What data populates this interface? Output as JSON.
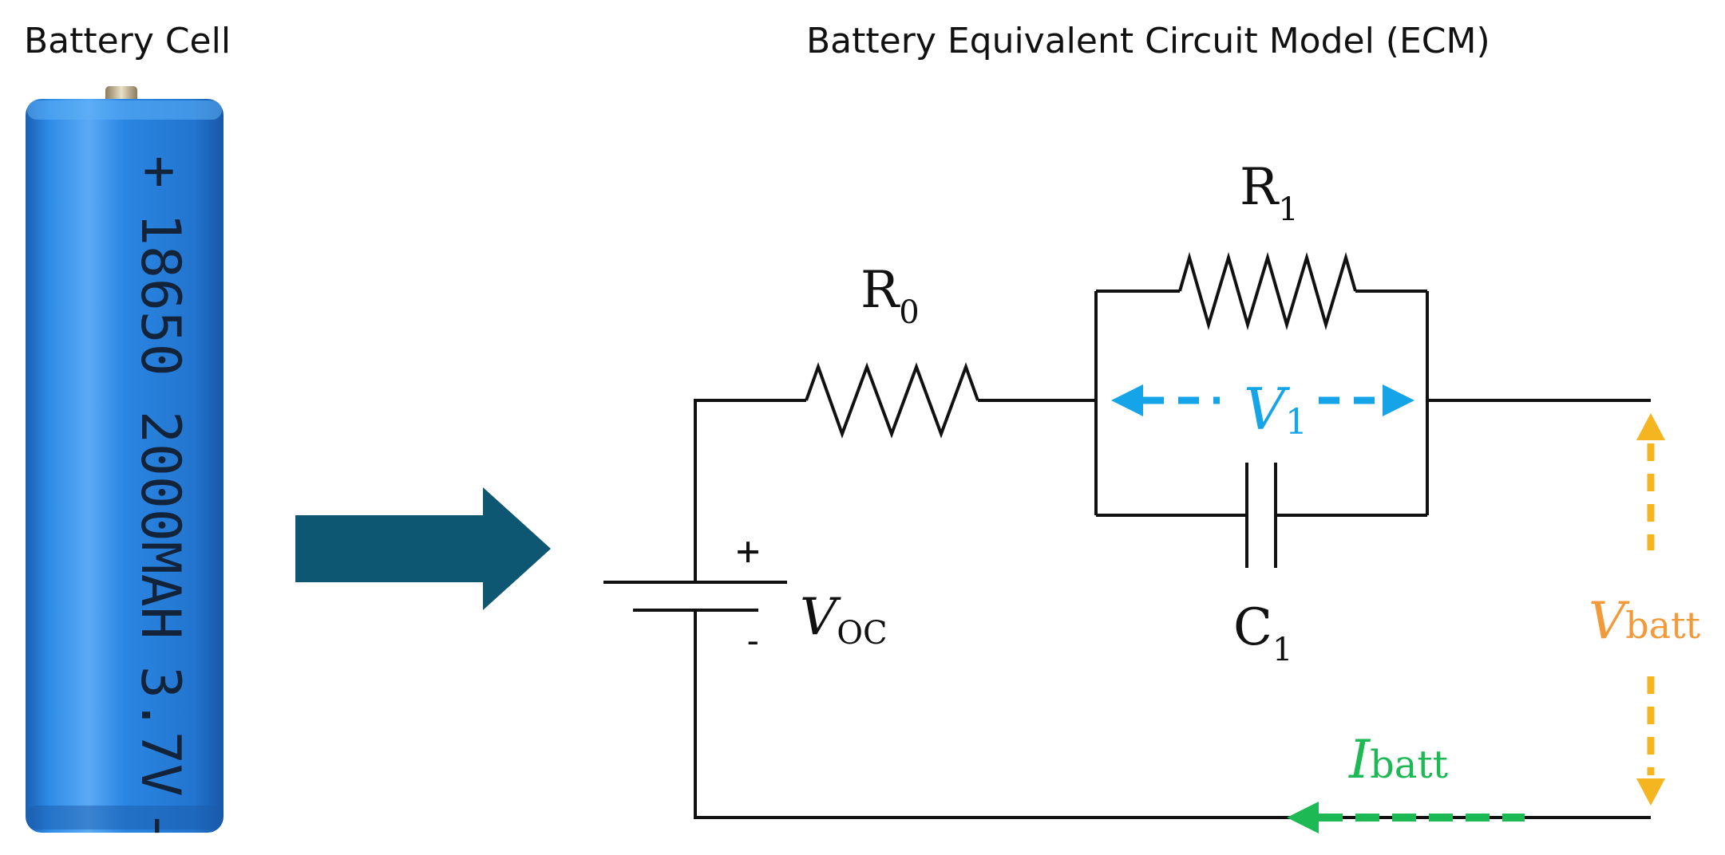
{
  "titles": {
    "left": "Battery Cell",
    "right": "Battery Equivalent Circuit Model (ECM)"
  },
  "battery": {
    "plus": "+",
    "model": "18650",
    "capacity": "2000MAH",
    "voltage": "3.7V",
    "minus": "-",
    "body_color": "#2a86e2"
  },
  "arrow": {
    "color": "#0d5773"
  },
  "circuit": {
    "wire_color": "#111111",
    "r0": {
      "letter": "R",
      "sub": "0"
    },
    "r1": {
      "letter": "R",
      "sub": "1"
    },
    "c1": {
      "letter": "C",
      "sub": "1"
    },
    "v1": {
      "letter": "V",
      "sub": "1",
      "color": "#16a4e8"
    },
    "voc": {
      "letter": "V",
      "sub": "OC",
      "plus": "+",
      "minus": "-"
    },
    "vbatt": {
      "letter": "V",
      "sub": "batt",
      "color": "#f29a3a",
      "arrow_color": "#f5b520"
    },
    "ibatt": {
      "letter": "I",
      "sub": "batt",
      "color": "#1db954"
    }
  }
}
